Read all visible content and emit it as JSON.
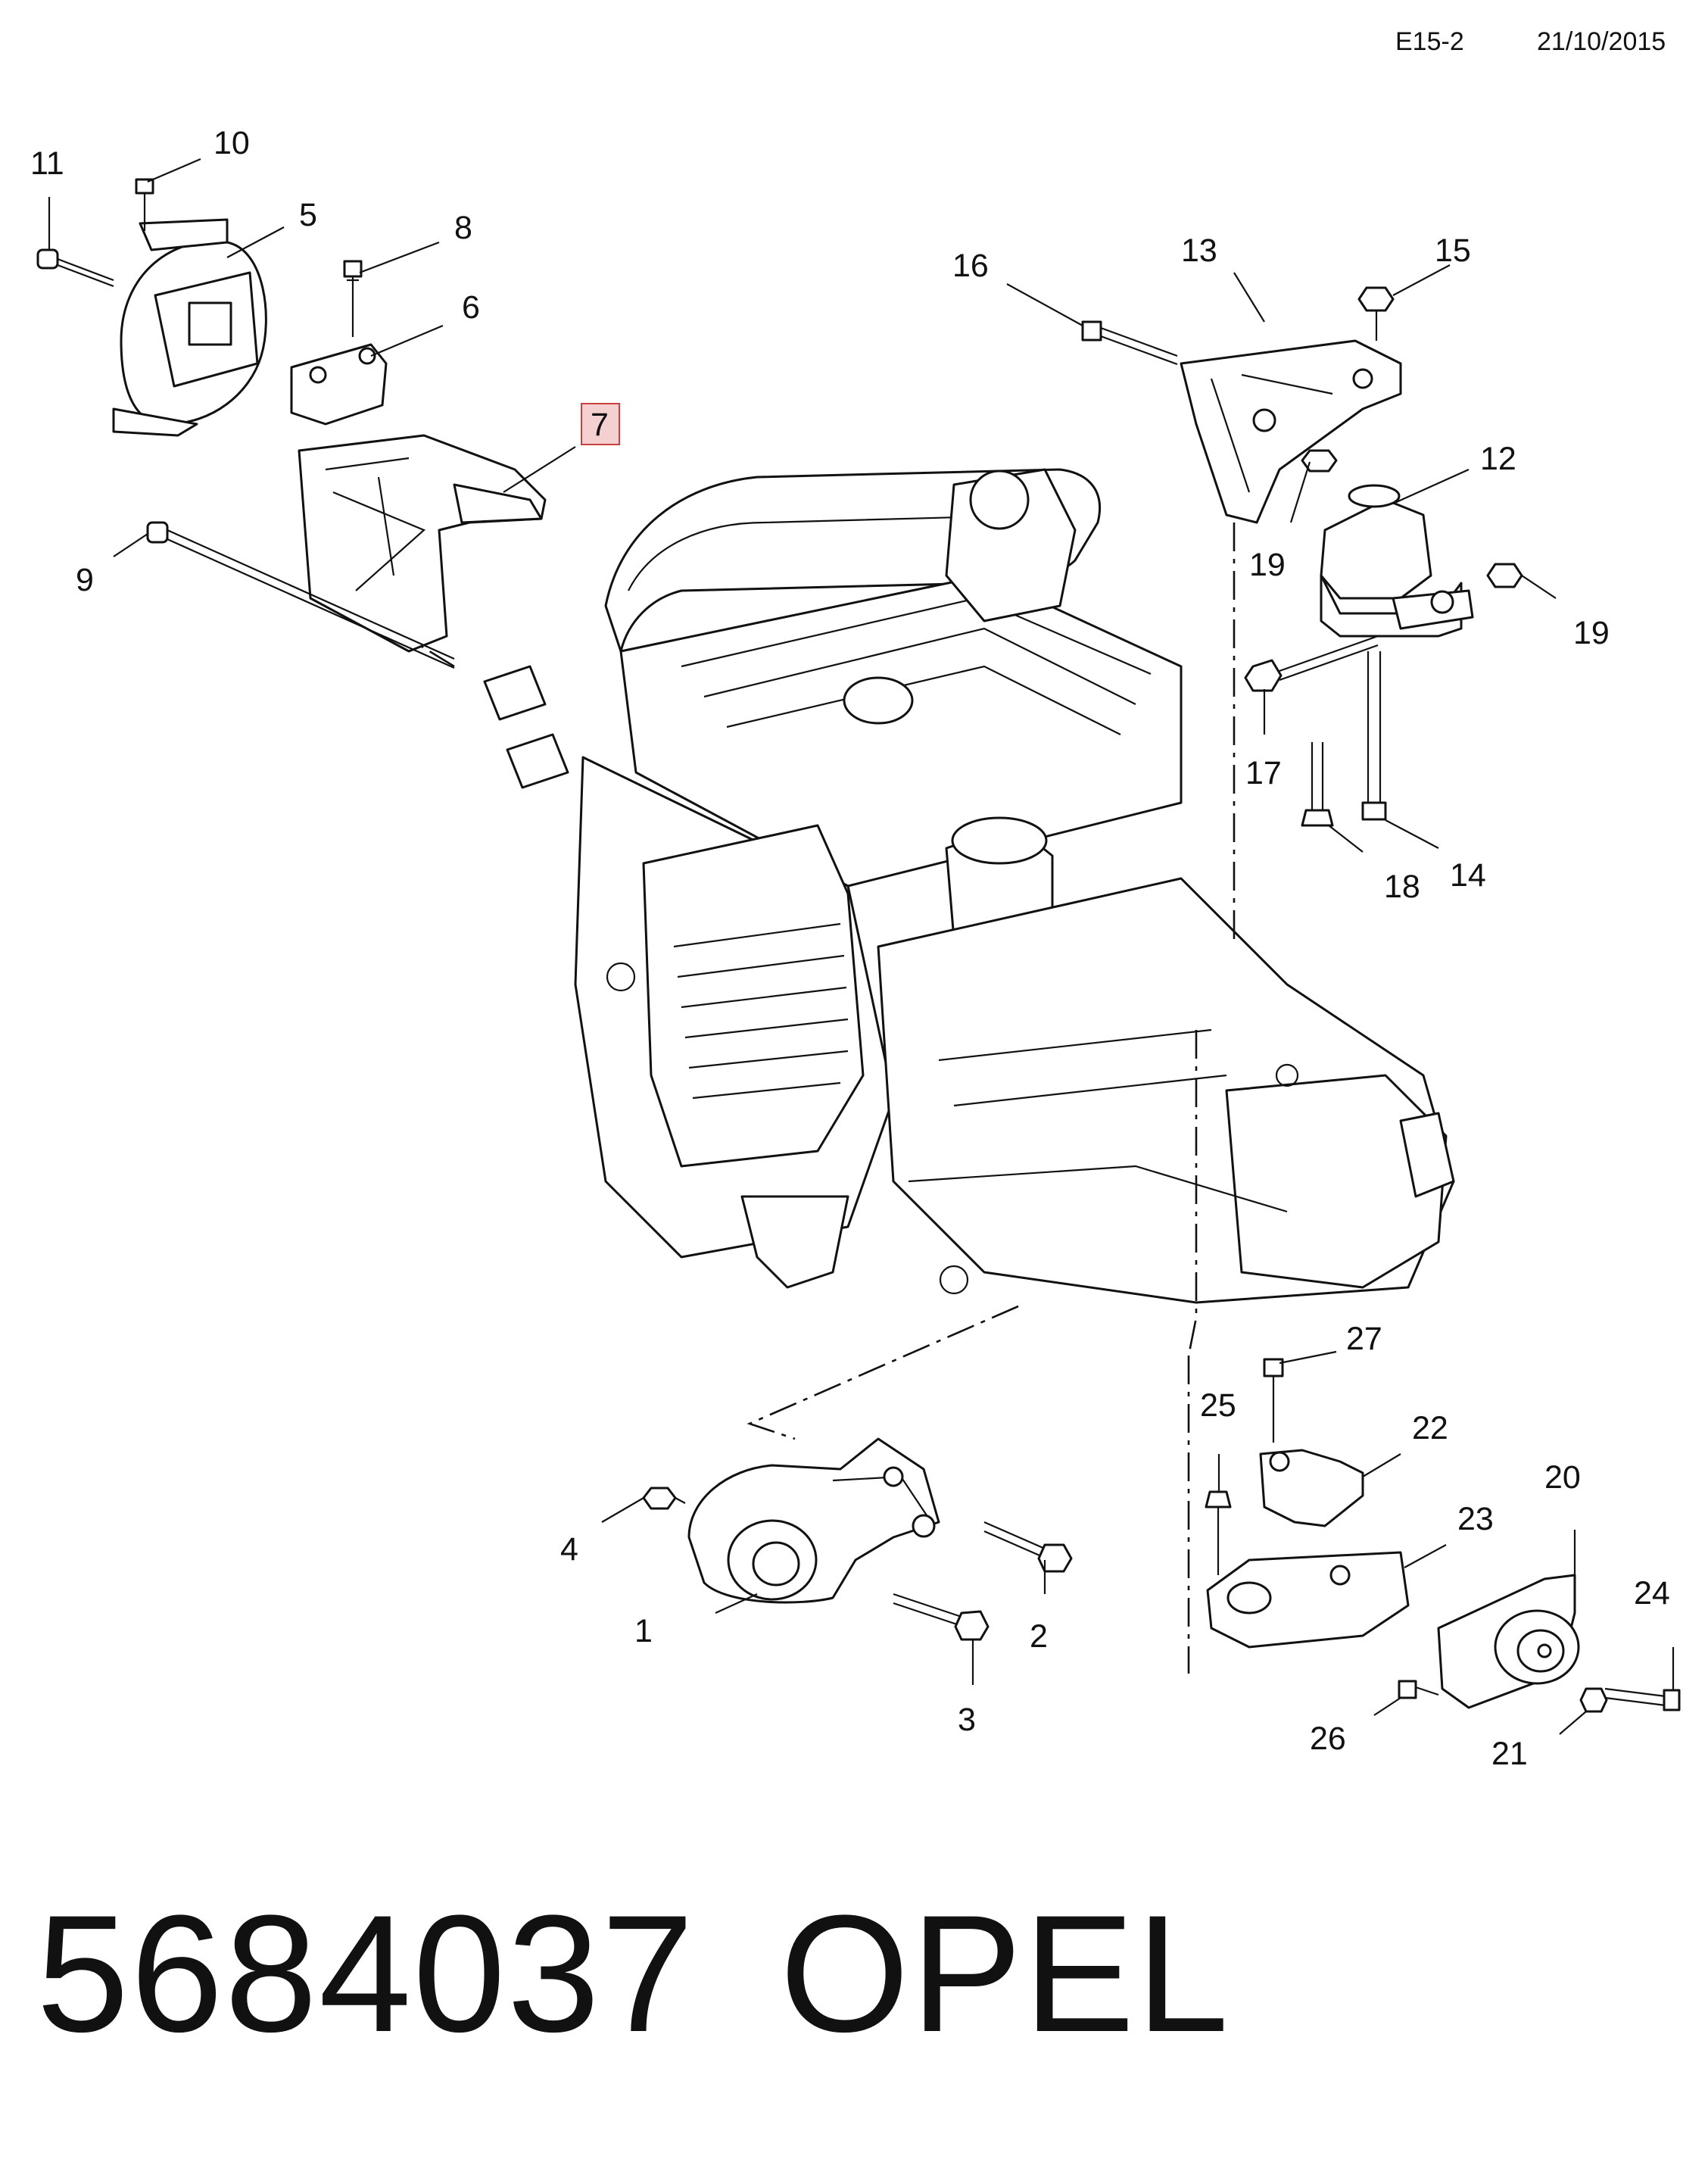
{
  "header": {
    "sheet_code": "E15-2",
    "date": "21/10/2015"
  },
  "callouts": [
    {
      "id": "1",
      "text": "1"
    },
    {
      "id": "2",
      "text": "2"
    },
    {
      "id": "3",
      "text": "3"
    },
    {
      "id": "4",
      "text": "4"
    },
    {
      "id": "5",
      "text": "5"
    },
    {
      "id": "6",
      "text": "6"
    },
    {
      "id": "7",
      "text": "7",
      "highlighted": true
    },
    {
      "id": "8",
      "text": "8"
    },
    {
      "id": "9",
      "text": "9"
    },
    {
      "id": "10",
      "text": "10"
    },
    {
      "id": "11",
      "text": "11"
    },
    {
      "id": "12",
      "text": "12"
    },
    {
      "id": "13",
      "text": "13"
    },
    {
      "id": "14",
      "text": "14"
    },
    {
      "id": "15",
      "text": "15"
    },
    {
      "id": "16",
      "text": "16"
    },
    {
      "id": "17",
      "text": "17"
    },
    {
      "id": "18",
      "text": "18"
    },
    {
      "id": "19a",
      "text": "19"
    },
    {
      "id": "19b",
      "text": "19"
    },
    {
      "id": "20",
      "text": "20"
    },
    {
      "id": "21",
      "text": "21"
    },
    {
      "id": "22",
      "text": "22"
    },
    {
      "id": "23",
      "text": "23"
    },
    {
      "id": "24",
      "text": "24"
    },
    {
      "id": "25",
      "text": "25"
    },
    {
      "id": "26",
      "text": "26"
    },
    {
      "id": "27",
      "text": "27"
    }
  ],
  "footer": {
    "part_number": "5684037",
    "brand": "OPEL"
  },
  "colors": {
    "line": "#111111",
    "highlight_fill": "#f4d0d0",
    "highlight_border": "#c84040"
  }
}
